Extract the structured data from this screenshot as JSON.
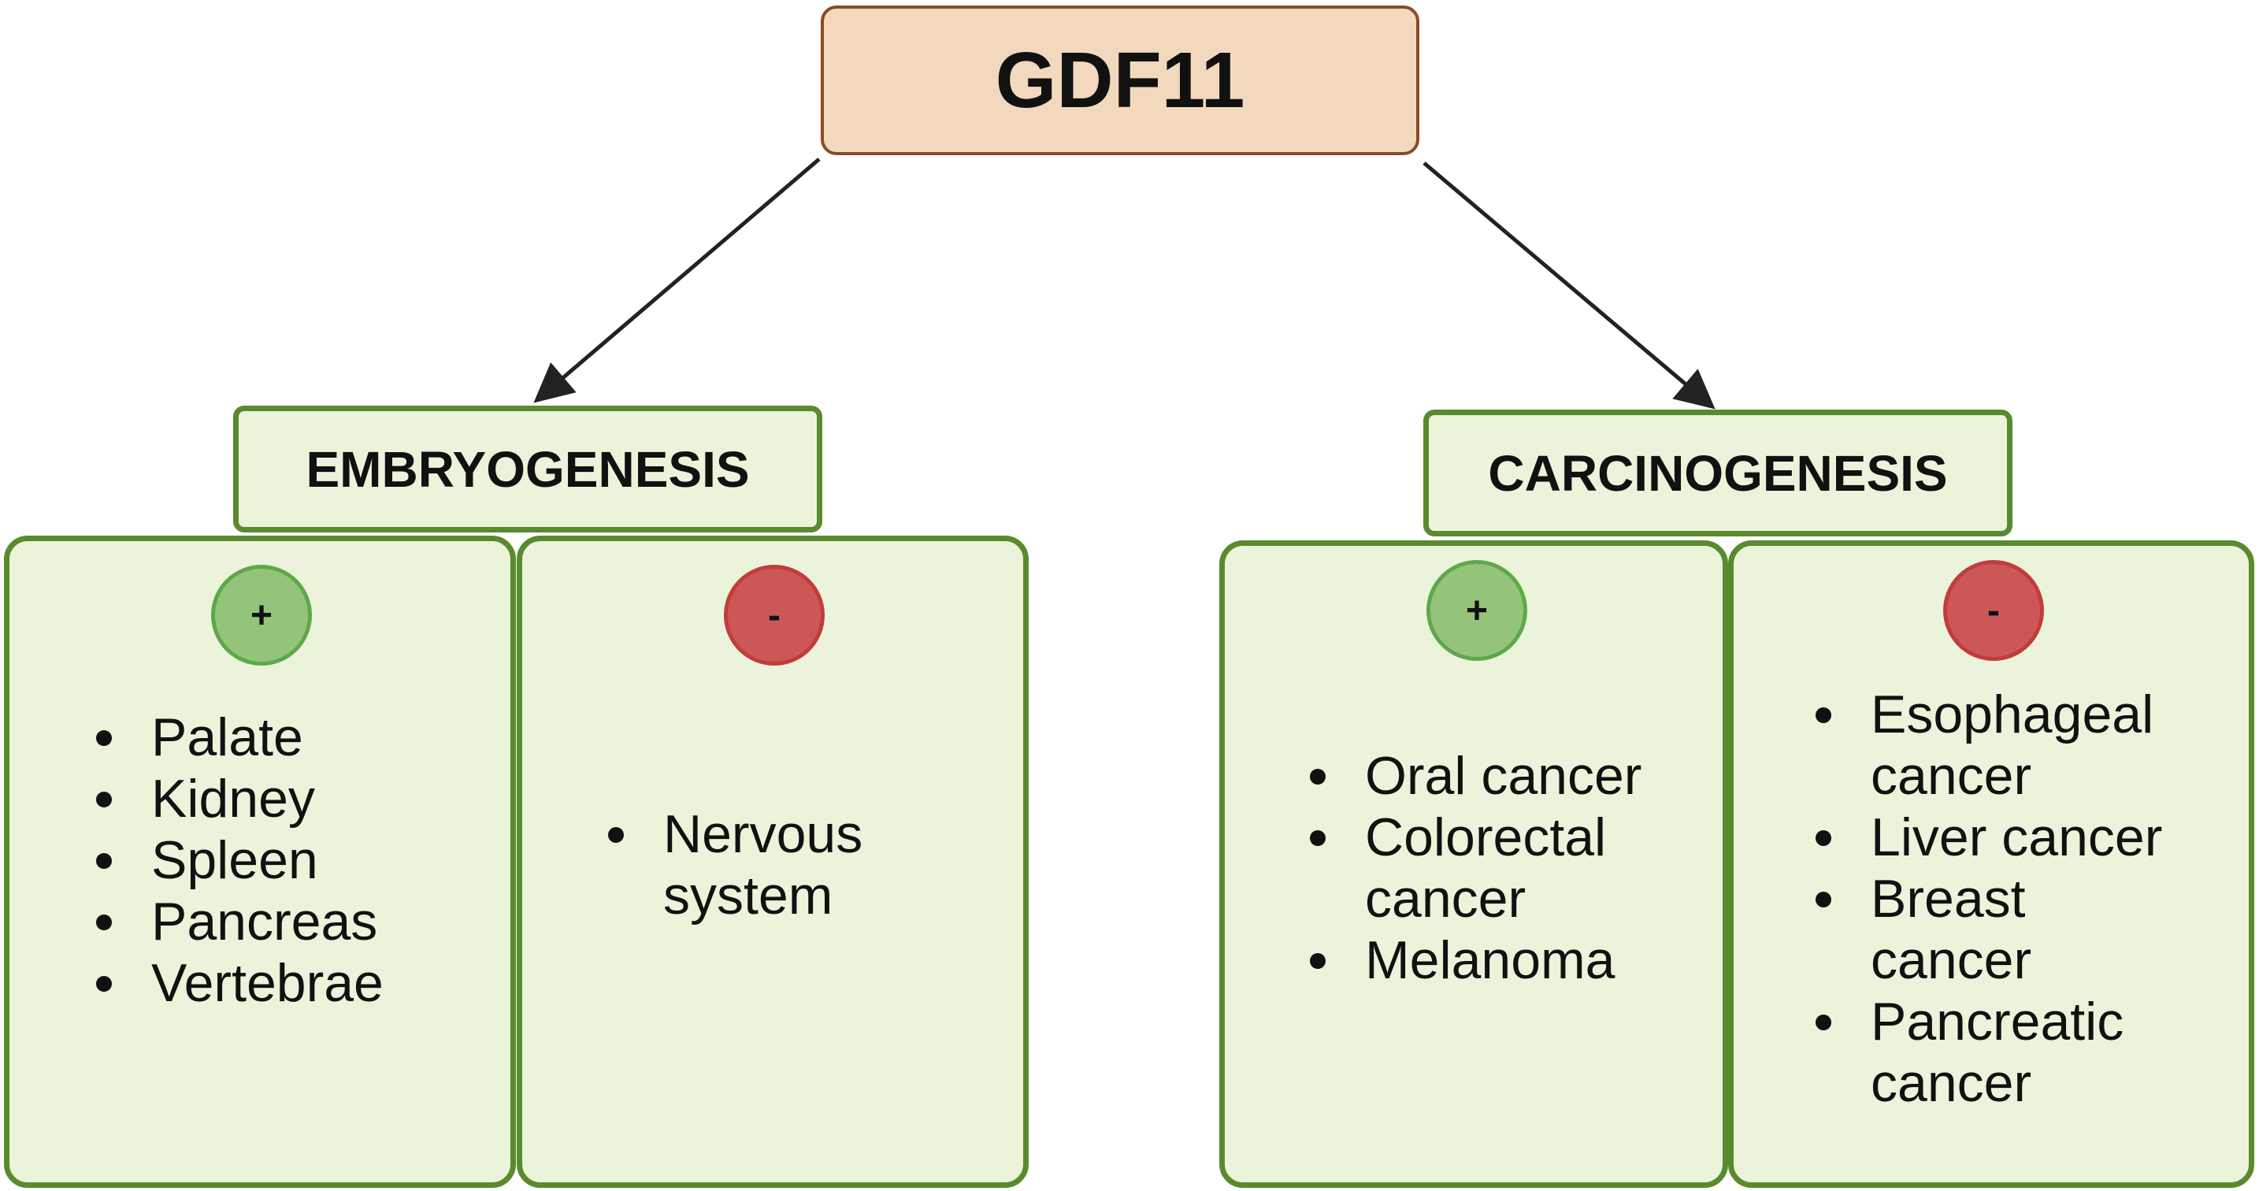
{
  "root": {
    "label": "GDF11",
    "fill": "#f2d8bd",
    "border": "#8c4a28"
  },
  "colors": {
    "panel_fill": "#ebf4da",
    "panel_border": "#5a8a2e",
    "positive_badge": "#94c47a",
    "positive_badge_border": "#5fa84a",
    "negative_badge": "#cc5757",
    "negative_badge_border": "#c23c3c",
    "arrow": "#222222"
  },
  "branches": [
    {
      "label": "EMBRYOGENESIS",
      "positive": {
        "symbol": "+",
        "items": [
          "Palate",
          "Kidney",
          "Spleen",
          "Pancreas",
          "Vertebrae"
        ]
      },
      "negative": {
        "symbol": "-",
        "items": [
          "Nervous system"
        ]
      }
    },
    {
      "label": "CARCINOGENESIS",
      "positive": {
        "symbol": "+",
        "items": [
          "Oral cancer",
          "Colorectal cancer",
          "Melanoma"
        ]
      },
      "negative": {
        "symbol": "-",
        "items": [
          "Esophageal cancer",
          "Liver cancer",
          "Breast cancer",
          "Pancreatic cancer"
        ]
      }
    }
  ]
}
